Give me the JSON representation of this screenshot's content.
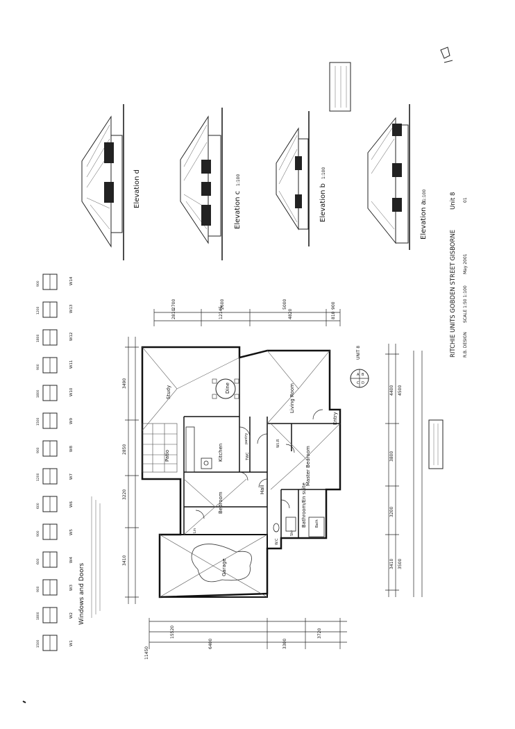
{
  "elevations": {
    "d": "Elevation d",
    "c": "Elevation c",
    "c_scale": "1:100",
    "b": "Elevation b",
    "b_scale": "1:100",
    "a": "Elevation a",
    "a_scale": "1:100"
  },
  "title_block": {
    "line1": "RITCHIE UNITS GOBDEN STREET GISBORNE",
    "unit": "Unit 8",
    "line2": "R.B. DESIGN",
    "scale": "SCALE 1:50 1:100",
    "date": "May 2001",
    "sheet": "01"
  },
  "unit_label": "UNIT 8",
  "north_marks": [
    "A",
    "B",
    "C",
    "D"
  ],
  "rooms": {
    "study": "Study",
    "dine": "Dine",
    "living": "Living Room",
    "patio": "Patio",
    "kitchen": "Kitchen",
    "pantry": "pantry",
    "twc": "TWC",
    "entry": "Entry",
    "wir": "W.I.R",
    "master": "Master Bedroom",
    "hall": "Hall",
    "bedroom": "Bedroom",
    "bath": "Bathroom/En suite",
    "wc": "W.C",
    "shr": "Shr",
    "bath2": "Bath",
    "lin": "Lin",
    "garage": "Garage"
  },
  "dims_top": [
    "2700",
    "2600",
    "5000",
    "900"
  ],
  "dims_top_sub": [
    "2810",
    "12145",
    "4820",
    "810"
  ],
  "dims_left": [
    "3490",
    "3220",
    "2850",
    "3410"
  ],
  "dims_right": [
    "4400",
    "4500",
    "3800",
    "3200",
    "3410",
    "3500"
  ],
  "dims_bottom": [
    "6400",
    "3300",
    "3720",
    "15520",
    "11450"
  ],
  "windows_heading": "Windows and Doors",
  "window_codes": [
    "W1",
    "W2",
    "W3",
    "W4",
    "W5",
    "W6",
    "W7",
    "W8",
    "W9",
    "W10",
    "W11",
    "W12",
    "W13",
    "W14"
  ],
  "window_sizes": [
    "1500",
    "1800",
    "900",
    "600",
    "900",
    "600",
    "1200",
    "900",
    "1500",
    "1800",
    "900",
    "1800",
    "1200",
    "900"
  ]
}
